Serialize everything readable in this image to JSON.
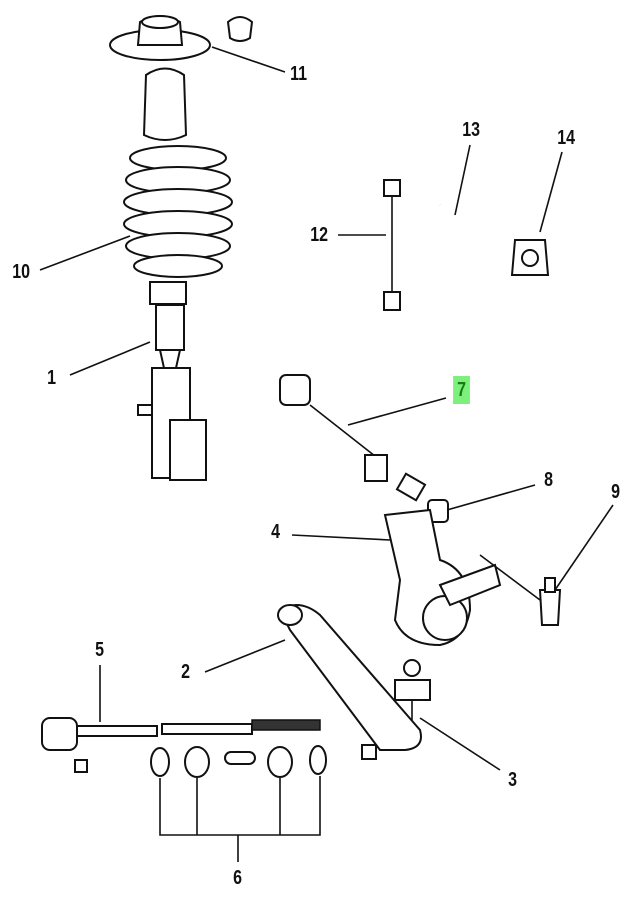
{
  "diagram": {
    "title": "Front suspension exploded view",
    "highlight_color": "#7cf07a",
    "highlighted_callout": "7",
    "callouts": [
      {
        "id": "11",
        "text": "11"
      },
      {
        "id": "13",
        "text": "13"
      },
      {
        "id": "14",
        "text": "14"
      },
      {
        "id": "12",
        "text": "12"
      },
      {
        "id": "10",
        "text": "10"
      },
      {
        "id": "1",
        "text": "1"
      },
      {
        "id": "7",
        "text": "7"
      },
      {
        "id": "8",
        "text": "8"
      },
      {
        "id": "9",
        "text": "9"
      },
      {
        "id": "4",
        "text": "4"
      },
      {
        "id": "5",
        "text": "5"
      },
      {
        "id": "2",
        "text": "2"
      },
      {
        "id": "3",
        "text": "3"
      },
      {
        "id": "6",
        "text": "6"
      }
    ]
  }
}
